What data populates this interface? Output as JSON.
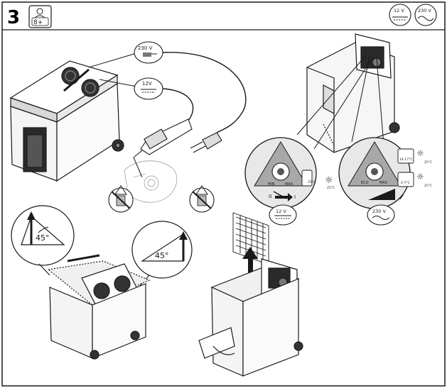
{
  "step": {
    "number": "3",
    "age_label": "8+"
  },
  "header": {
    "dc_voltage": "12 V",
    "ac_voltage": "230 V"
  },
  "callouts": {
    "plug_ac": "230 V",
    "plug_dc": "12V",
    "control_dc": "12 V",
    "control_ac": "230 V"
  },
  "angles": {
    "left": "45°",
    "right": "45°"
  },
  "panel_left": {
    "temp": "25°C",
    "marks": [
      "0",
      "I"
    ],
    "min": "MIN",
    "max": "MAX"
  },
  "panel_right": {
    "temp_hot": "25°C",
    "range_1": "14-17°C",
    "temp_cold": "25°C",
    "range_2": "2-7°C",
    "temp_cold2": "25°C",
    "eco": "ECO",
    "max": "MAX"
  },
  "colors": {
    "line": "#1a1a1a",
    "panel_fill": "#e8e8e8",
    "triangle_fill": "#a8a8a8",
    "shade": "#cfcfcf"
  }
}
